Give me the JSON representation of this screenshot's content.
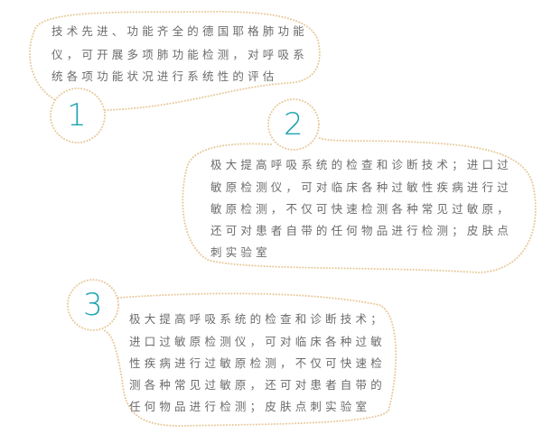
{
  "colors": {
    "dots": "#e8c99a",
    "number": "#1ea3ad",
    "text": "#6b6b6b"
  },
  "items": [
    {
      "number": "1",
      "lines": [
        "技术先进、功能齐全的德国耶格肺功能",
        "仪，可开展多项肺功能检测，对呼吸系",
        "统各项功能状况进行系统性的评估"
      ]
    },
    {
      "number": "2",
      "lines": [
        "极大提高呼吸系统的检查和诊断技术；进口过",
        "敏原检测仪，可对临床各种过敏性疾病进行过",
        "敏原检测，不仅可快速检测各种常见过敏原，",
        "还可对患者自带的任何物品进行检测；皮肤点",
        "刺实验室"
      ]
    },
    {
      "number": "3",
      "lines": [
        "极大提高呼吸系统的检查和诊断技术；",
        "进口过敏原检测仪，可对临床各种过敏",
        "性疾病进行过敏原检测，不仅可快速检",
        "测各种常见过敏原，还可对患者自带的",
        "任何物品进行检测；皮肤点刺实验室"
      ]
    }
  ]
}
